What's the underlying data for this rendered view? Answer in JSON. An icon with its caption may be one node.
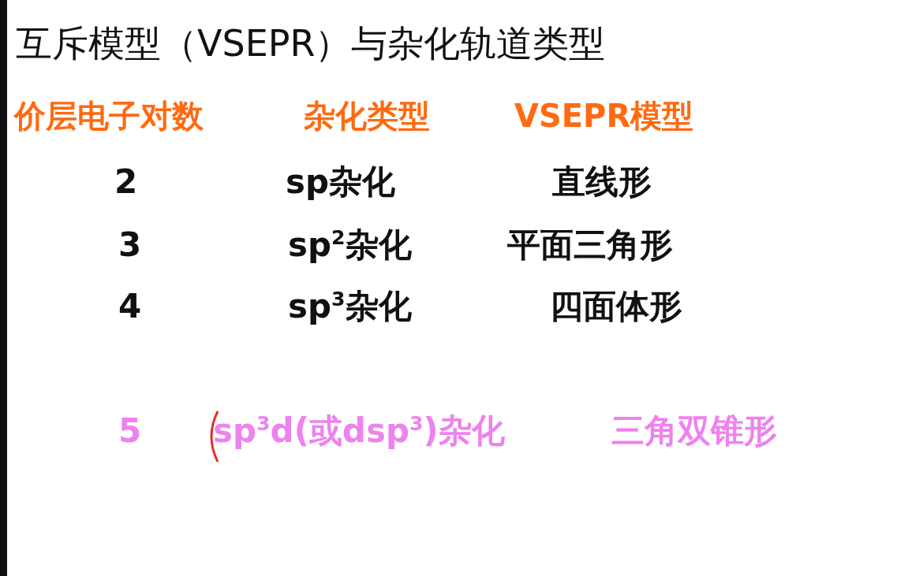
{
  "diagram": {
    "title": "互斥模型（VSEPR）与杂化轨道类型",
    "labels": [
      "价层电子对数",
      "杂化类型",
      "VSEPR模型",
      "2",
      "sp杂化",
      "直线形",
      "3",
      "sp$^{2}$杂化",
      "平面三角形",
      "4",
      "sp$^{3}$杂化",
      "四面体形",
      "5",
      "sp$^{3}$d(或dsp$^{3}$)杂化",
      "三角双锥形"
    ]
  }
}
